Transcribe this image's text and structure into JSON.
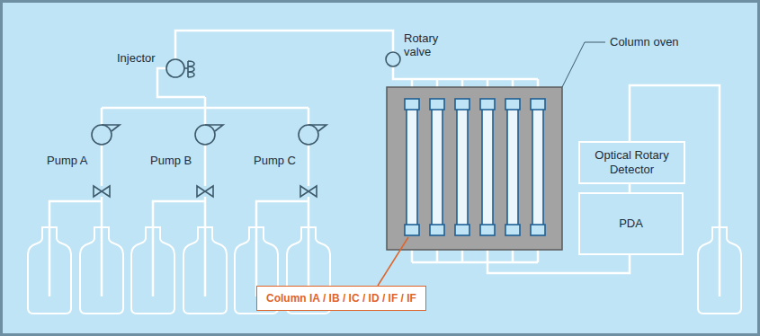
{
  "diagram": {
    "nodes": [
      {
        "text": [
          "Optical Rotary Detector"
        ]
      },
      {
        "text": [
          "PDA"
        ]
      },
      {
        "text": [
          "Column IA / IB / IC / ID / IF / IF"
        ]
      }
    ],
    "labels": [
      "Injector",
      "Rotary valve",
      "Column oven",
      "Pump A",
      "Pump B",
      "Pump C"
    ]
  }
}
